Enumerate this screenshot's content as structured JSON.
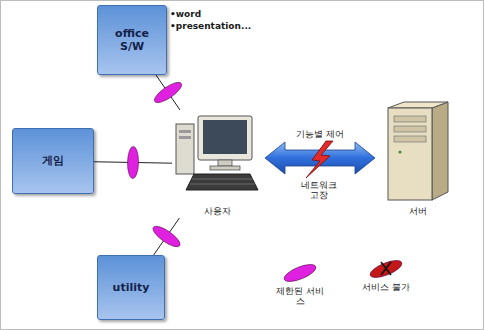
{
  "diagram": {
    "nodes": [
      {
        "text": [
          "office S/W"
        ]
      },
      {
        "text": [
          "게임"
        ]
      },
      {
        "text": [
          "utility"
        ]
      },
      {
        "text": [
          "사용자"
        ]
      },
      {
        "text": [
          "서버"
        ]
      }
    ],
    "edges": [
      {
        "from": 0,
        "to": 3,
        "arrow": "none"
      },
      {
        "from": 1,
        "to": 3,
        "arrow": "none"
      },
      {
        "from": 2,
        "to": 3,
        "arrow": "none"
      },
      {
        "from": 3,
        "to": 4,
        "label": "기능별 제어",
        "arrow": "both"
      }
    ],
    "labels": [
      "•word",
      "•presentation...",
      "네트워크 고장"
    ],
    "legend": [
      {
        "text": "제한된 서비스",
        "color": "#e020e0"
      },
      {
        "text": "서비스 불가",
        "color": "#c41818"
      }
    ]
  }
}
